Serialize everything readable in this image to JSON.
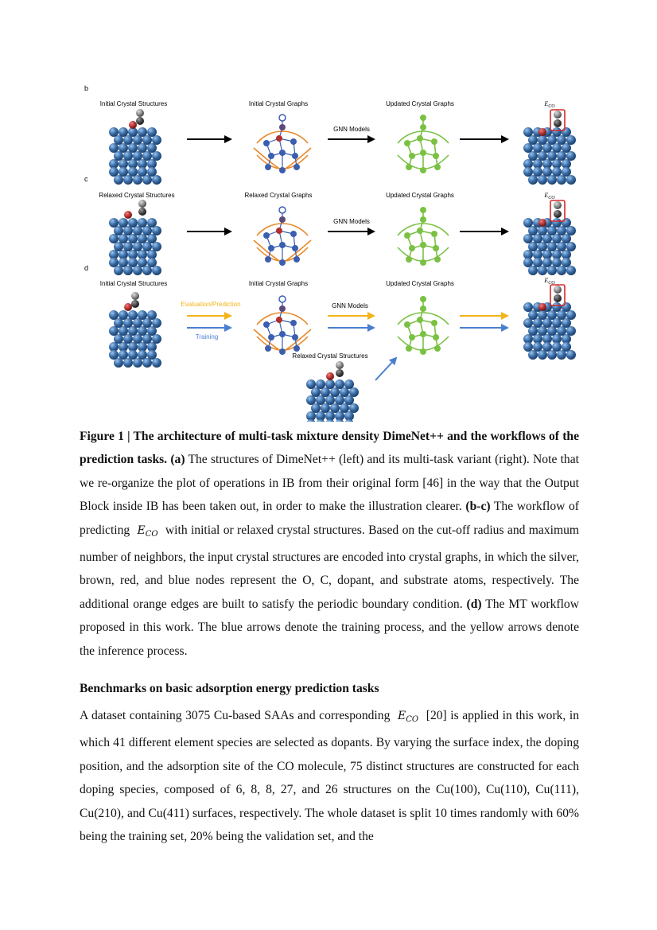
{
  "figure": {
    "panel_b": {
      "letter": "b",
      "col1": "Initial Crystal Structures",
      "col2": "Initial Crystal Graphs",
      "col3": "Updated Crystal Graphs",
      "col4": "E_CO",
      "gnn": "GNN Models"
    },
    "panel_c": {
      "letter": "c",
      "col1": "Relaxed Crystal Structures",
      "col2": "Relaxed Crystal Graphs",
      "col3": "Updated Crystal Graphs",
      "col4": "E_CO",
      "gnn": "GNN Models"
    },
    "panel_d": {
      "letter": "d",
      "col1": "Initial Crystal Structures",
      "col2": "Initial Crystal Graphs",
      "col3": "Updated Crystal Graphs",
      "col4": "E_CO",
      "gnn": "GNN Models",
      "eval_label": "Evaluation/Prediction",
      "train_label": "Training",
      "relaxed_label": "Relaxed Crystal Structures"
    },
    "colors": {
      "substrate": "#3a6ea8",
      "dopant": "#b03030",
      "carbon": "#555555",
      "oxygen": "#9a9a9a",
      "graph_orange": "#e8892a",
      "graph_node_blue": "#3b5fb0",
      "updated_green": "#7ac143",
      "arrow_yellow": "#f2b418",
      "arrow_blue": "#4a7fd0",
      "highlight_box": "#d62828"
    }
  },
  "caption": {
    "lead": "Figure 1 | The architecture of multi-task mixture density DimeNet++ and the workflows of the prediction tasks.",
    "a_tag": "(a)",
    "a_text": "The structures of DimeNet++ (left) and its multi-task variant (right). Note that we re-organize the plot of operations in IB from their original form [46] in the way that the Output Block inside IB has been taken out, in order to make the illustration clearer.",
    "bc_tag": "(b-c)",
    "bc_text1": "The workflow of predicting",
    "bc_text2": "with initial or relaxed crystal structures. Based on the cut-off radius and maximum number of neighbors, the input crystal structures are encoded into crystal graphs, in which the silver, brown, red, and blue nodes represent the O, C, dopant, and substrate atoms, respectively. The additional orange edges are built to satisfy the periodic boundary condition.",
    "d_tag": "(d)",
    "d_text": "The MT workflow proposed in this work. The blue arrows denote the training process, and the yellow arrows denote the inference process."
  },
  "section": {
    "heading": "Benchmarks on basic adsorption energy prediction tasks",
    "p1": "A dataset containing 3075 Cu-based SAAs and corresponding",
    "p2": "[20] is applied in this work, in which 41 different element species are selected as dopants. By varying the surface index, the doping position, and the adsorption site of the CO molecule, 75 distinct structures are constructed for each doping species, composed of 6, 8, 8, 27, and 26 structures on the Cu(100), Cu(110), Cu(111), Cu(210), and Cu(411) surfaces, respectively. The whole dataset is split 10 times randomly with 60% being the training set, 20% being the validation set, and the"
  },
  "math": {
    "E": "E",
    "sub": "CO"
  }
}
